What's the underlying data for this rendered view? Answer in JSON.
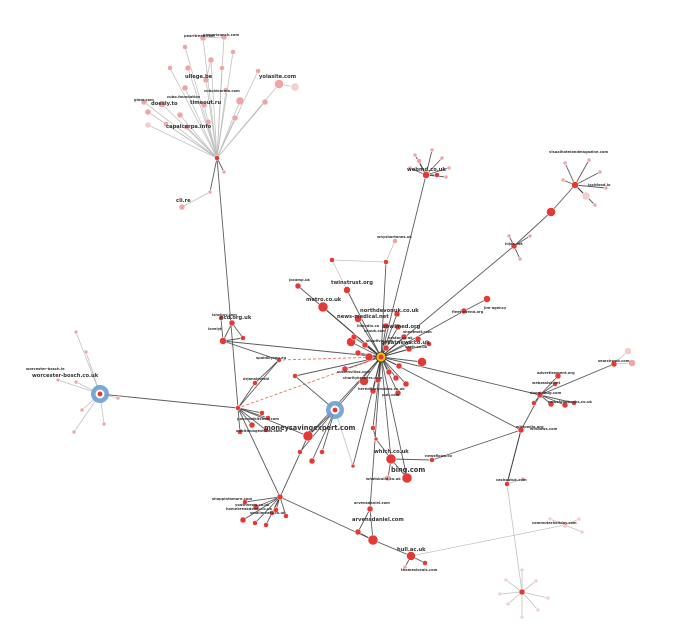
{
  "colors": {
    "node": "#e53935",
    "node_light": "#f2a3a3",
    "node_pale": "#f7cccc",
    "hub": "#6d9fd0",
    "center": "#f5c400",
    "edge_dark": "#333333",
    "edge_light": "#bbbbbb",
    "edge_dashed": "#e74c3c"
  },
  "labels": {
    "pearltrees": "pearltrees.com",
    "gamerlaunch": "gamerlaunch.com",
    "ullege": "ullege.be",
    "yolasite": "yolasite.com",
    "cuboidcarma": "cuboidcarma.com",
    "glnm": "glnm.com",
    "cubo_foundation": "cubo.foundation",
    "doesly": "doesly.to",
    "timeout": "timeout.ru",
    "capalcarpa": "capalcarpa.info",
    "cli": "cli.re",
    "webmd": "webmd.co.uk",
    "visualhoteland": "visualhotelandmagazine.com",
    "lochfood": "lochfood.io",
    "hijas": "hijas.net",
    "whyshortones": "whyshortones.uk",
    "twinstrust": "twinstrust.org",
    "jocamp": "jocamp.uk",
    "metro": "metro.co.uk",
    "northdevon": "northdevonuk.co.uk",
    "news_medical": "news-medical.net",
    "bowlmed": "bowlmed.org",
    "linkedin": "linkedin.co",
    "uksuk": "uksuk.com",
    "sheetmdf": "sheetmdf.com",
    "fleet": "fleet-evend.org",
    "jimagency": "jim-agency",
    "vestor": "vestor.co.uk",
    "shopfive": "shopfive.com",
    "greatnews": "greatnews.co.uk",
    "seelt": "seelt.co.uk",
    "hereditary": "hereditarymakes.co.uk",
    "pub": "pub.com",
    "ocdorguk": "ocd.org.uk",
    "ishcbuy": "ishcbuy.com",
    "lovelyt": "lovelyt",
    "spaldikyrgu": "spaldikyrgu.eu",
    "drjanalmeshi": "drjanalmeshi",
    "gourmetkitchen": "gourmetkitchen.com",
    "odbitmusgestions": "odbitmusgestions.com",
    "worcester": "worcester-bosch.co.uk",
    "worcester_tiny": "worcester-bosch.ie",
    "moneysavingexpert": "moneysavingexpert.com",
    "suslenvillas": "suslenvillas.com",
    "charitybrokers": "charitybrokers.com",
    "which": "which.co.uk",
    "bing": "bing.com",
    "whatsbuild": "whatsbuild.co.uk",
    "shoppintsmore": "shoppintsmore.com",
    "homebreakdown": "homebreakdown.co.uk",
    "smallmeaty": "smallmeaty.co.uk",
    "youthnews": "youthnews.co.uk",
    "arvensdaniel": "arvensdaniel.com",
    "hull": "hull.ac.uk",
    "thameslocals": "thameslocals.com",
    "newsflows": "newsflows.co",
    "wikipedia": "wikipedia.org",
    "advertisement": "advertisement.org",
    "webassist": "webassist.net",
    "dogglebug": "dogglebug.com",
    "searchweb": "searchweb.com",
    "newsfoodbanks": "newsfoodbanks.co.uk",
    "windows": "windows.com",
    "cashoutuk": "cashoutuk.com",
    "relatio": "relatio.ru",
    "commuterholiday": "commuterholiday.com"
  }
}
